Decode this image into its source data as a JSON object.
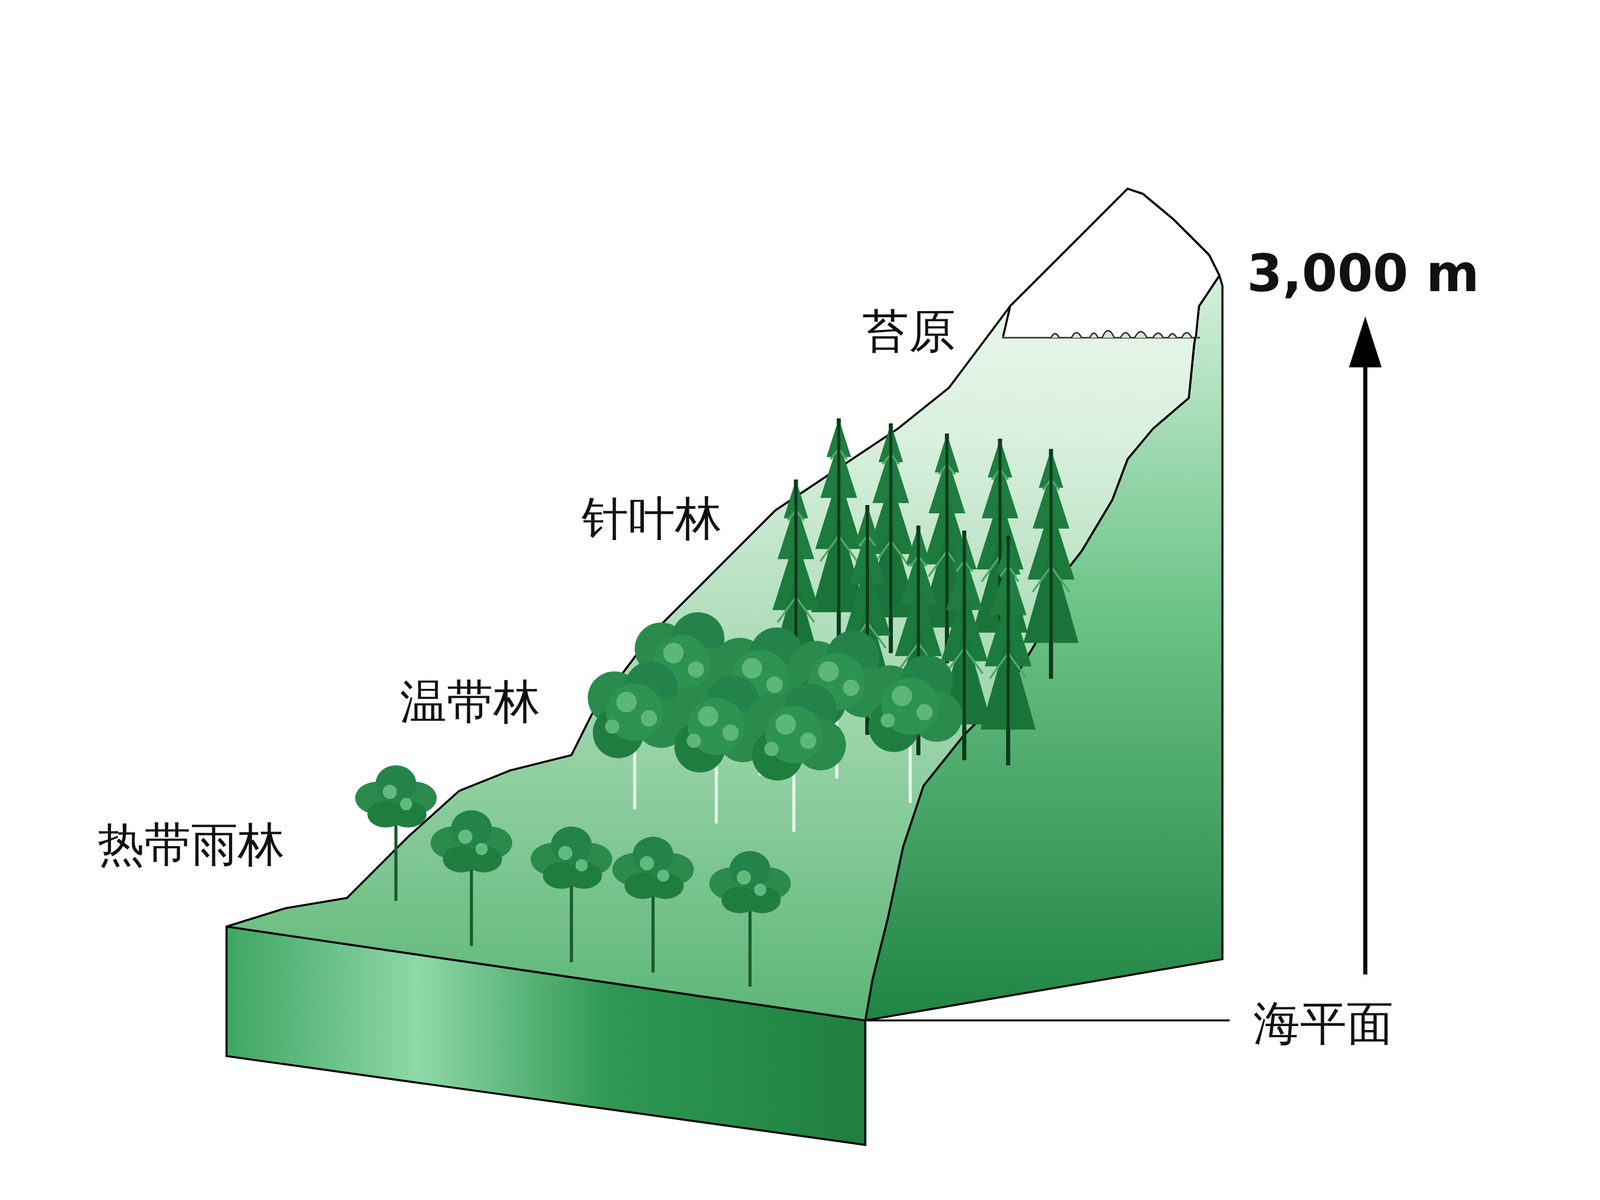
{
  "diagram": {
    "labels": [
      "苔原",
      "针叶林",
      "温带林",
      "热带雨林",
      "3,000 m",
      "海平面"
    ]
  }
}
